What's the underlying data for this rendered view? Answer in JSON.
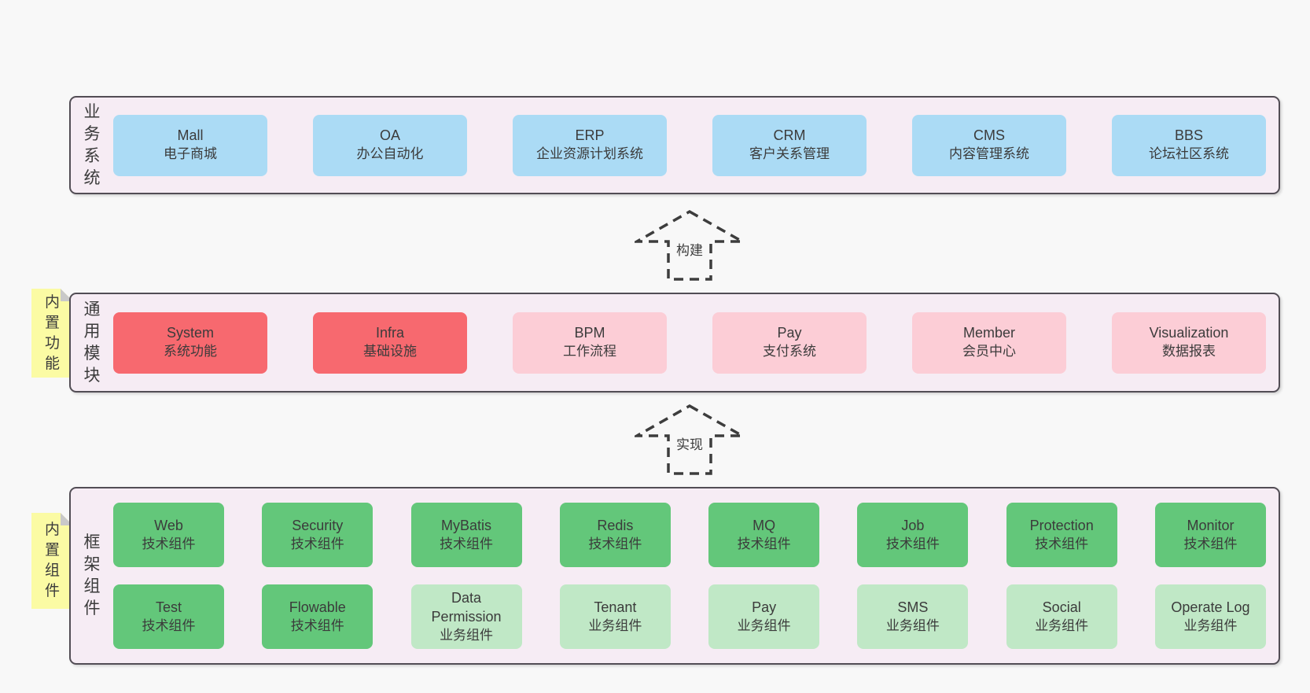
{
  "colors": {
    "page_bg": "#f8f8f8",
    "band_bg": "#f6ecf4",
    "band_border": "#524d55",
    "blue": "#abdbf5",
    "red": "#f7696f",
    "pink": "#fccdd6",
    "green": "#63c77a",
    "light_green": "#c0e8c6",
    "sticky_yellow": "#fbfba4",
    "sticky_fold": "#c9c9c9",
    "arrow_stroke": "#3d3d3d",
    "text": "#3b3b3b"
  },
  "arrows": [
    {
      "label": "构建"
    },
    {
      "label": "实现"
    }
  ],
  "bands": [
    {
      "label": "业务系统",
      "sticky": null,
      "rows": [
        [
          {
            "title": "Mall",
            "subtitle": "电子商城",
            "color": "blue"
          },
          {
            "title": "OA",
            "subtitle": "办公自动化",
            "color": "blue"
          },
          {
            "title": "ERP",
            "subtitle": "企业资源计划系统",
            "color": "blue"
          },
          {
            "title": "CRM",
            "subtitle": "客户关系管理",
            "color": "blue"
          },
          {
            "title": "CMS",
            "subtitle": "内容管理系统",
            "color": "blue"
          },
          {
            "title": "BBS",
            "subtitle": "论坛社区系统",
            "color": "blue"
          }
        ]
      ]
    },
    {
      "label": "通用模块",
      "sticky": "内置功能",
      "rows": [
        [
          {
            "title": "System",
            "subtitle": "系统功能",
            "color": "red"
          },
          {
            "title": "Infra",
            "subtitle": "基础设施",
            "color": "red"
          },
          {
            "title": "BPM",
            "subtitle": "工作流程",
            "color": "pink"
          },
          {
            "title": "Pay",
            "subtitle": "支付系统",
            "color": "pink"
          },
          {
            "title": "Member",
            "subtitle": "会员中心",
            "color": "pink"
          },
          {
            "title": "Visualization",
            "subtitle": "数据报表",
            "color": "pink"
          }
        ]
      ]
    },
    {
      "label": "框架组件",
      "sticky": "内置组件",
      "rows": [
        [
          {
            "title": "Web",
            "subtitle": "技术组件",
            "color": "green"
          },
          {
            "title": "Security",
            "subtitle": "技术组件",
            "color": "green"
          },
          {
            "title": "MyBatis",
            "subtitle": "技术组件",
            "color": "green"
          },
          {
            "title": "Redis",
            "subtitle": "技术组件",
            "color": "green"
          },
          {
            "title": "MQ",
            "subtitle": "技术组件",
            "color": "green"
          },
          {
            "title": "Job",
            "subtitle": "技术组件",
            "color": "green"
          },
          {
            "title": "Protection",
            "subtitle": "技术组件",
            "color": "green"
          },
          {
            "title": "Monitor",
            "subtitle": "技术组件",
            "color": "green"
          }
        ],
        [
          {
            "title": "Test",
            "subtitle": "技术组件",
            "color": "green"
          },
          {
            "title": "Flowable",
            "subtitle": "技术组件",
            "color": "green"
          },
          {
            "title": "Data Permission",
            "subtitle": "业务组件",
            "color": "light_green"
          },
          {
            "title": "Tenant",
            "subtitle": "业务组件",
            "color": "light_green"
          },
          {
            "title": "Pay",
            "subtitle": "业务组件",
            "color": "light_green"
          },
          {
            "title": "SMS",
            "subtitle": "业务组件",
            "color": "light_green"
          },
          {
            "title": "Social",
            "subtitle": "业务组件",
            "color": "light_green"
          },
          {
            "title": "Operate Log",
            "subtitle": "业务组件",
            "color": "light_green"
          }
        ]
      ]
    }
  ]
}
